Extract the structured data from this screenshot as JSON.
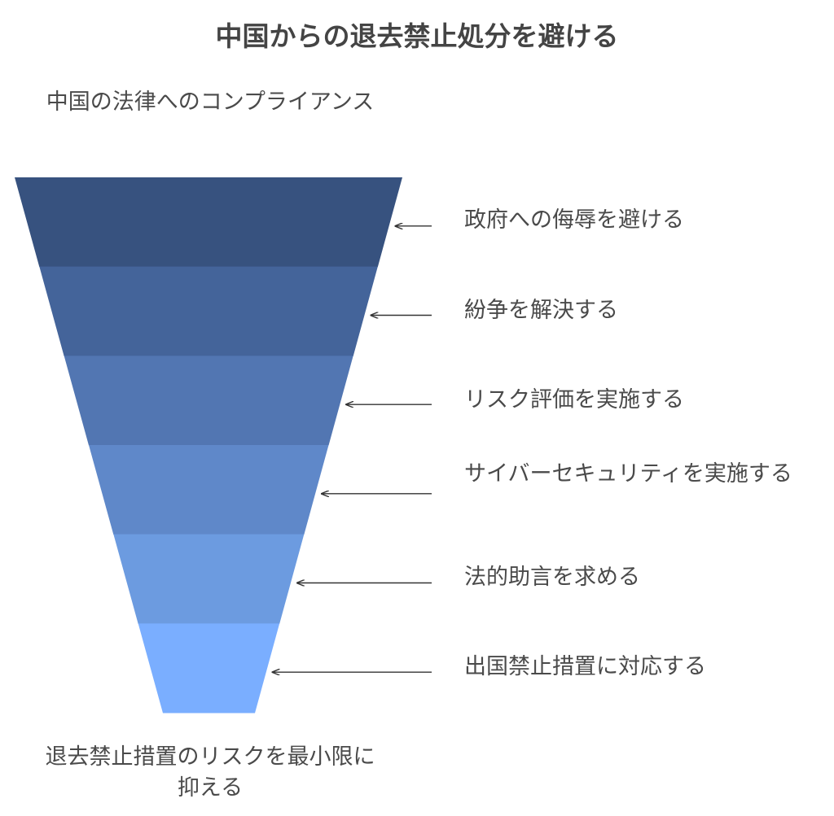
{
  "title": "中国からの退去禁止処分を避ける",
  "top_caption": "中国の法律へのコンプライアンス",
  "bottom_caption": "退去禁止措置のリスクを最小限に抑える",
  "funnel": {
    "levels": [
      {
        "label": "政府への侮辱を避ける",
        "color": "#37527f"
      },
      {
        "label": "紛争を解決する",
        "color": "#44649a"
      },
      {
        "label": "リスク評価を実施する",
        "color": "#5276b2"
      },
      {
        "label": "サイバーセキュリティを実施する",
        "color": "#5f88c9"
      },
      {
        "label": "法的助言を求める",
        "color": "#6c9be0"
      },
      {
        "label": "出国禁止措置に対応する",
        "color": "#7aaeff"
      }
    ],
    "arrow_color": "#333333"
  }
}
